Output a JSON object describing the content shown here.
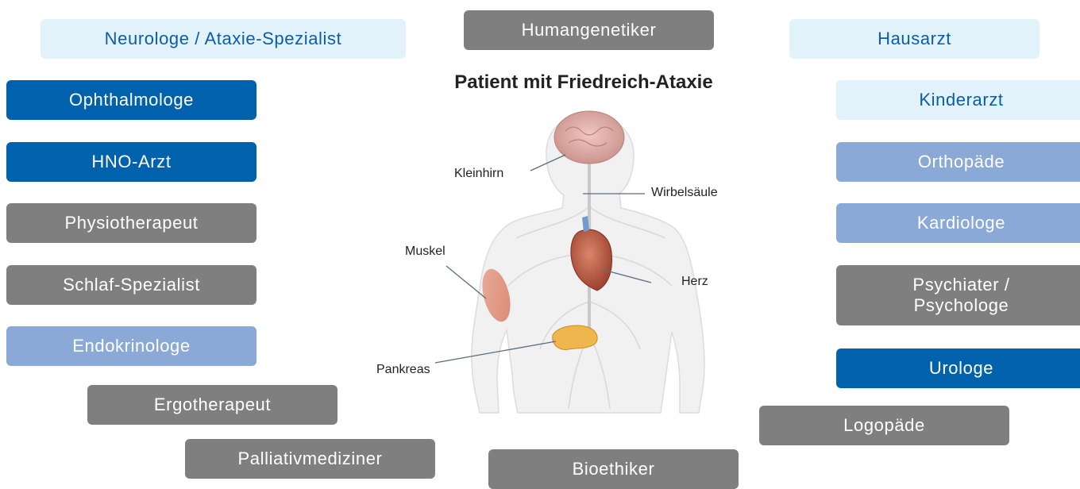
{
  "title": "Patient mit Friedreich-Ataxie",
  "colors": {
    "dark_blue": "#0062ac",
    "mid_blue": "#8aa9d7",
    "light_blue": "#e1f2fb",
    "gray": "#7f7f7f"
  },
  "specialists": {
    "neurologe": "Neurologe / Ataxie-Spezialist",
    "humangenetiker": "Humangenetiker",
    "hausarzt": "Hausarzt",
    "ophthalmologe": "Ophthalmologe",
    "hno_arzt": "HNO-Arzt",
    "physiotherapeut": "Physiotherapeut",
    "schlaf_spezialist": "Schlaf-Spezialist",
    "endokrinologe": "Endokrinologe",
    "ergotherapeut": "Ergotherapeut",
    "palliativmediziner": "Palliativmediziner",
    "bioethiker": "Bioethiker",
    "kinderarzt": "Kinderarzt",
    "orthopaede": "Orthopäde",
    "kardiologe": "Kardiologe",
    "psychiater": "Psychiater / Psychologe",
    "urologe": "Urologe",
    "logopaede": "Logopäde"
  },
  "anatomy": {
    "kleinhirn": "Kleinhirn",
    "wirbelsaeule": "Wirbelsäule",
    "muskel": "Muskel",
    "herz": "Herz",
    "pankreas": "Pankreas"
  }
}
